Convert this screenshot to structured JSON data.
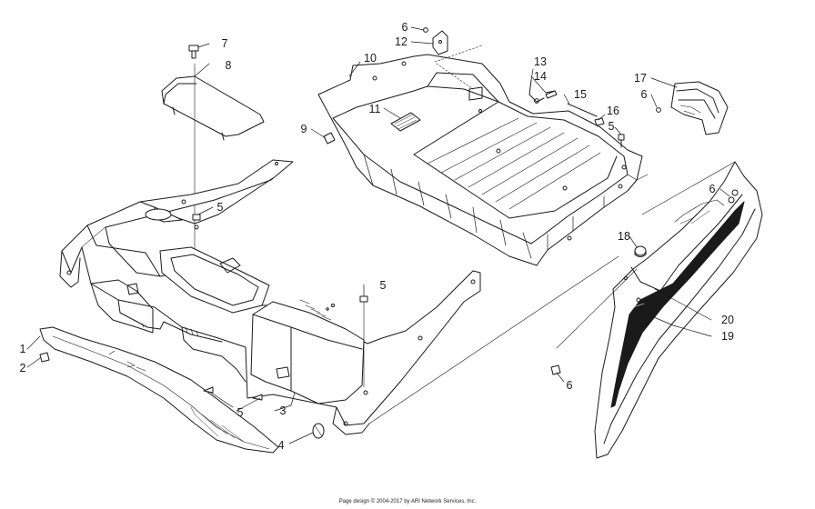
{
  "diagram": {
    "callouts": [
      {
        "id": "c1",
        "label": "1"
      },
      {
        "id": "c2",
        "label": "2"
      },
      {
        "id": "c3",
        "label": "3"
      },
      {
        "id": "c4",
        "label": "4"
      },
      {
        "id": "c5a",
        "label": "5"
      },
      {
        "id": "c5b",
        "label": "5"
      },
      {
        "id": "c5c",
        "label": "5"
      },
      {
        "id": "c5d",
        "label": "5"
      },
      {
        "id": "c6a",
        "label": "6"
      },
      {
        "id": "c6b",
        "label": "6"
      },
      {
        "id": "c6c",
        "label": "6"
      },
      {
        "id": "c6d",
        "label": "6"
      },
      {
        "id": "c7",
        "label": "7"
      },
      {
        "id": "c8",
        "label": "8"
      },
      {
        "id": "c9",
        "label": "9"
      },
      {
        "id": "c10",
        "label": "10"
      },
      {
        "id": "c11",
        "label": "11"
      },
      {
        "id": "c12",
        "label": "12"
      },
      {
        "id": "c13",
        "label": "13"
      },
      {
        "id": "c14",
        "label": "14"
      },
      {
        "id": "c15",
        "label": "15"
      },
      {
        "id": "c16",
        "label": "16"
      },
      {
        "id": "c17",
        "label": "17"
      },
      {
        "id": "c18",
        "label": "18"
      },
      {
        "id": "c19",
        "label": "19"
      },
      {
        "id": "c20",
        "label": "20"
      }
    ],
    "footer": "Page design © 2004-2017 by ARI Network Services, Inc."
  }
}
